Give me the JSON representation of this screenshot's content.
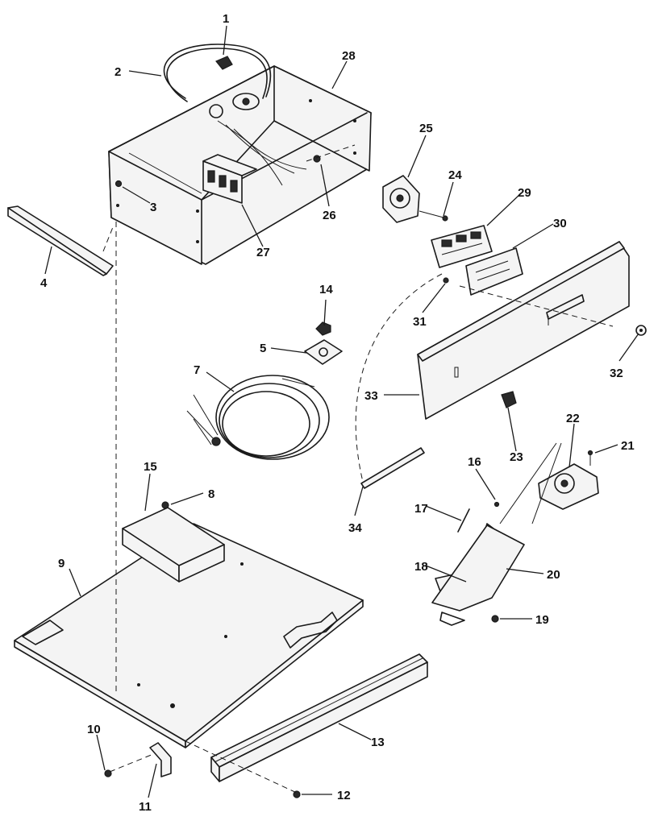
{
  "callouts": [
    {
      "id": "1",
      "label": "1"
    },
    {
      "id": "2",
      "label": "2"
    },
    {
      "id": "3",
      "label": "3"
    },
    {
      "id": "4",
      "label": "4"
    },
    {
      "id": "5",
      "label": "5"
    },
    {
      "id": "7",
      "label": "7"
    },
    {
      "id": "8",
      "label": "8"
    },
    {
      "id": "9",
      "label": "9"
    },
    {
      "id": "10",
      "label": "10"
    },
    {
      "id": "11",
      "label": "11"
    },
    {
      "id": "12",
      "label": "12"
    },
    {
      "id": "13",
      "label": "13"
    },
    {
      "id": "14",
      "label": "14"
    },
    {
      "id": "15",
      "label": "15"
    },
    {
      "id": "16",
      "label": "16"
    },
    {
      "id": "17",
      "label": "17"
    },
    {
      "id": "18",
      "label": "18"
    },
    {
      "id": "19",
      "label": "19"
    },
    {
      "id": "20",
      "label": "20"
    },
    {
      "id": "21",
      "label": "21"
    },
    {
      "id": "22",
      "label": "22"
    },
    {
      "id": "23",
      "label": "23"
    },
    {
      "id": "24",
      "label": "24"
    },
    {
      "id": "25",
      "label": "25"
    },
    {
      "id": "26",
      "label": "26"
    },
    {
      "id": "27",
      "label": "27"
    },
    {
      "id": "28",
      "label": "28"
    },
    {
      "id": "29",
      "label": "29"
    },
    {
      "id": "30",
      "label": "30"
    },
    {
      "id": "31",
      "label": "31"
    },
    {
      "id": "32",
      "label": "32"
    },
    {
      "id": "33",
      "label": "33"
    },
    {
      "id": "34",
      "label": "34"
    }
  ]
}
